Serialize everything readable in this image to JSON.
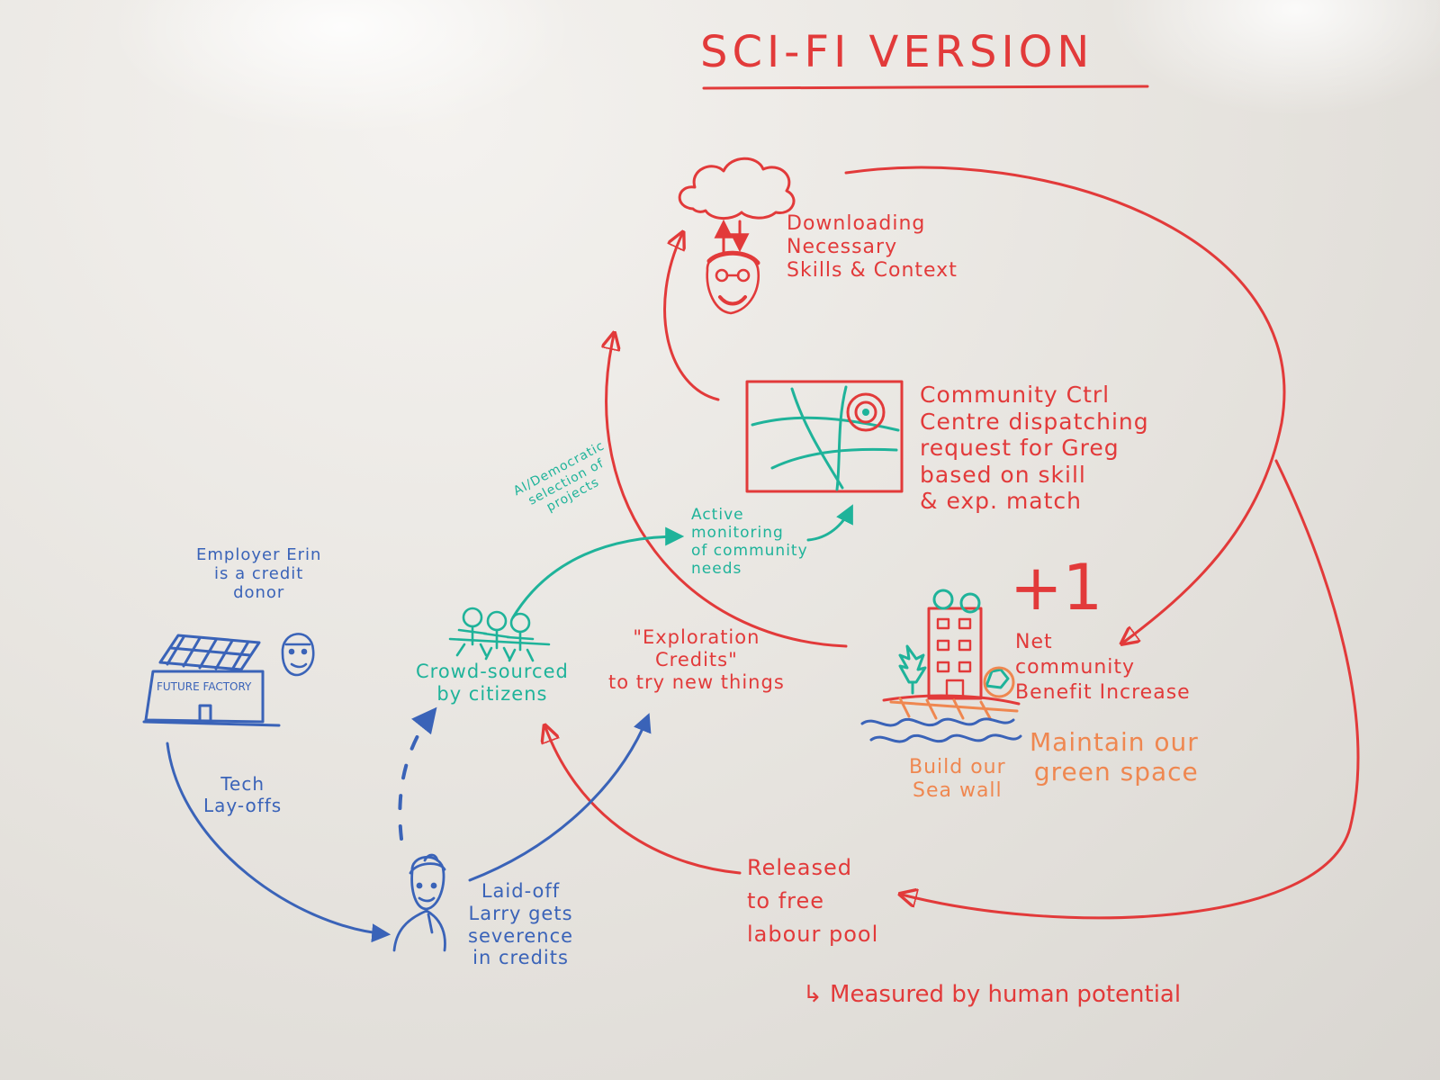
{
  "colors": {
    "red": "#e23a3a",
    "blue": "#3a63b8",
    "green": "#1fb39a",
    "orange": "#ef8750"
  },
  "title": "SCI-FI VERSION",
  "nodes": {
    "downloading": "Downloading\nNecessary\nSkills & Context",
    "control_centre": "Community Ctrl\nCentre dispatching\nrequest for Greg\nbased on skill\n& exp. match",
    "plus_one": "+1",
    "net_benefit": "Net\ncommunity\nBenefit Increase",
    "maintain": "Maintain our\ngreen space",
    "sea_wall": "Build our\nSea wall",
    "active_monitoring": "Active\nmonitoring\nof community\nneeds",
    "ai_selection": "AI/Democratic\nselection of\nprojects",
    "employer": "Employer Erin\nis a credit\ndonor",
    "factory_sign": "FUTURE FACTORY",
    "crowd": "Crowd-sourced\nby citizens",
    "exploration": "\"Exploration\nCredits\"\nto try new things",
    "tech_layoffs": "Tech\nLay-offs",
    "larry": "Laid-off\nLarry gets\nseverence\nin credits",
    "released": "Released\nto free\nlabour pool",
    "measured": "↳ Measured by human potential"
  },
  "icons": {
    "cloud": "cloud-icon",
    "person_head": "person-head-icon",
    "map": "map-icon",
    "building": "building-icon",
    "factory": "factory-icon",
    "erin": "erin-face-icon",
    "crowd": "crowd-icon",
    "larry": "larry-person-icon"
  }
}
